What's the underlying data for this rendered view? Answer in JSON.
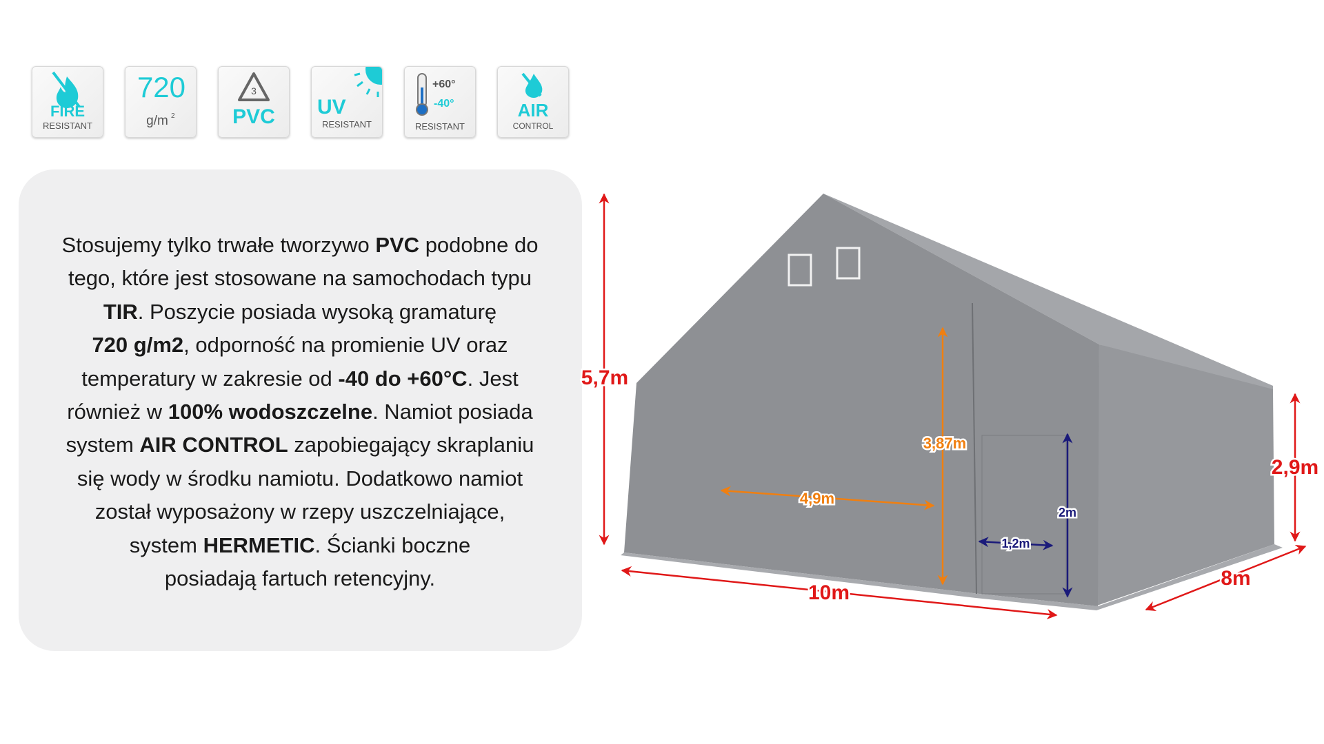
{
  "badges": [
    {
      "main": "FIRE",
      "sub": "RESISTANT"
    },
    {
      "main": "720",
      "sub": "g/m",
      "sup": "2"
    },
    {
      "main": "PVC",
      "sub": "3"
    },
    {
      "main": "UV",
      "sub": "RESISTANT"
    },
    {
      "main": "+60°",
      "main2": "-40°",
      "sub": "RESISTANT"
    },
    {
      "main": "AIR",
      "sub": "CONTROL"
    }
  ],
  "description": [
    [
      {
        "t": "Stosujemy tylko trwałe tworzywo "
      },
      {
        "t": "PVC",
        "b": true
      },
      {
        "t": " podobne do"
      }
    ],
    [
      {
        "t": "tego, które jest stosowane na samochodach typu"
      }
    ],
    [
      {
        "t": "TIR",
        "b": true
      },
      {
        "t": ". Poszycie posiada wysoką gramaturę"
      }
    ],
    [
      {
        "t": "720 g/m2",
        "b": true
      },
      {
        "t": ", odporność na promienie UV oraz"
      }
    ],
    [
      {
        "t": "temperatury w zakresie od "
      },
      {
        "t": "-40 do +60°C",
        "b": true
      },
      {
        "t": ". Jest"
      }
    ],
    [
      {
        "t": "również w "
      },
      {
        "t": "100% wodoszczelne",
        "b": true
      },
      {
        "t": ". Namiot posiada"
      }
    ],
    [
      {
        "t": "system "
      },
      {
        "t": "AIR CONTROL",
        "b": true
      },
      {
        "t": " zapobiegający skraplaniu"
      }
    ],
    [
      {
        "t": "się wody w środku namiotu. Dodatkowo namiot"
      }
    ],
    [
      {
        "t": "został wyposażony w rzepy uszczelniające,"
      }
    ],
    [
      {
        "t": "system "
      },
      {
        "t": "HERMETIC",
        "b": true
      },
      {
        "t": ". Ścianki boczne"
      }
    ],
    [
      {
        "t": "posiadają fartuch retencyjny."
      }
    ]
  ],
  "dimensions": {
    "total_height": "5,7m",
    "length": "10m",
    "width": "8m",
    "side_height": "2,9m",
    "gate_height": "3,87m",
    "gate_width": "4,9m",
    "door_height": "2m",
    "door_width": "1,2m"
  },
  "colors": {
    "accent": "#1ecbd6",
    "red": "#e01818",
    "orange": "#f07f10",
    "navy": "#1a1a7a",
    "tent": "#8e9094"
  }
}
